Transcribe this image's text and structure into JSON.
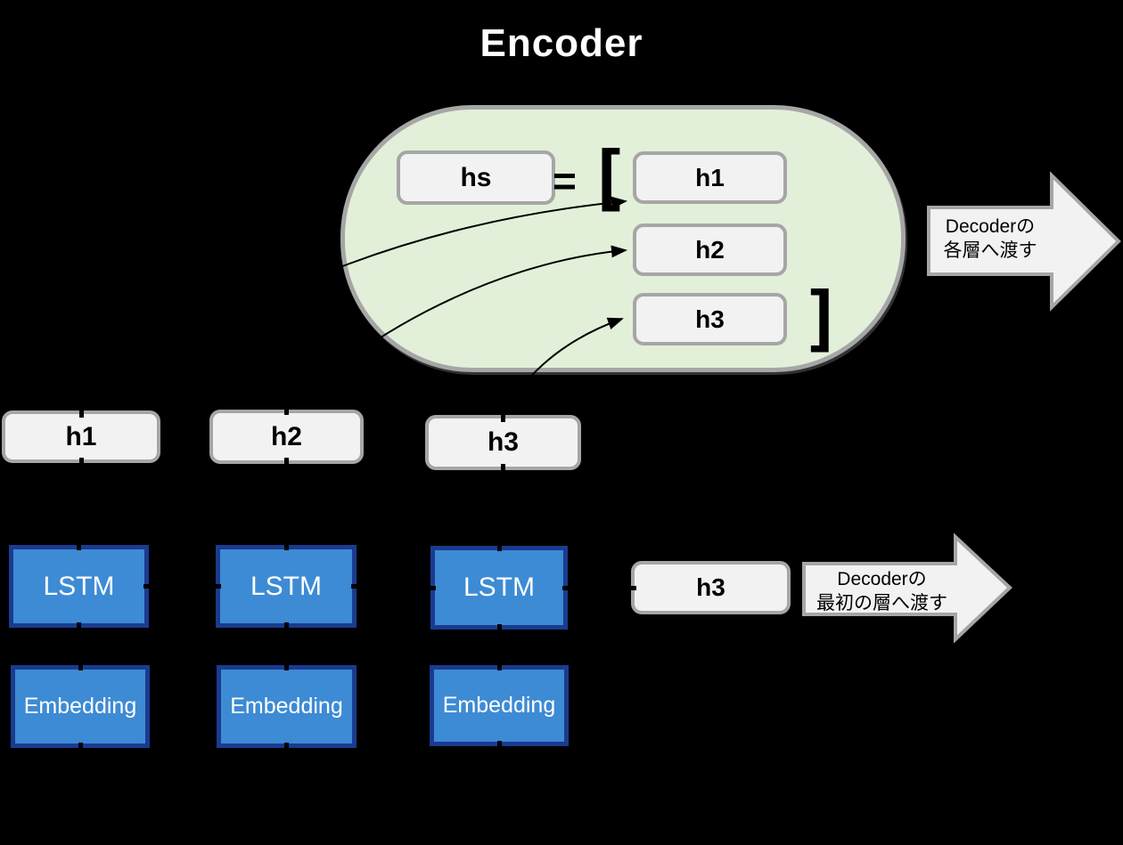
{
  "title": "Encoder",
  "container": {
    "hs_label": "hs",
    "equals_sign": "=",
    "bracket_open": "[",
    "bracket_close": "]",
    "items": [
      {
        "label": "h1"
      },
      {
        "label": "h2"
      },
      {
        "label": "h3"
      }
    ]
  },
  "hidden_states": [
    {
      "label": "h1"
    },
    {
      "label": "h2"
    },
    {
      "label": "h3"
    }
  ],
  "labels": {
    "lstm": "LSTM",
    "embedding": "Embedding"
  },
  "decoder_handoff": {
    "state_label": "h3"
  },
  "arrows": {
    "to_all_layers": {
      "line1": "Decoderの",
      "line2": "各層へ渡す"
    },
    "to_first_layer": {
      "line1": "Decoderの",
      "line2": "最初の層へ渡す"
    }
  },
  "colors": {
    "background": "#000000",
    "container_fill": "#e2f0d9",
    "gray_border": "#a6a6a6",
    "state_box_fill": "#f2f2f2",
    "layer_box_fill": "#3d8bd4",
    "layer_box_border": "#1a3b8f",
    "text_dark": "#000000",
    "text_light": "#ffffff"
  }
}
